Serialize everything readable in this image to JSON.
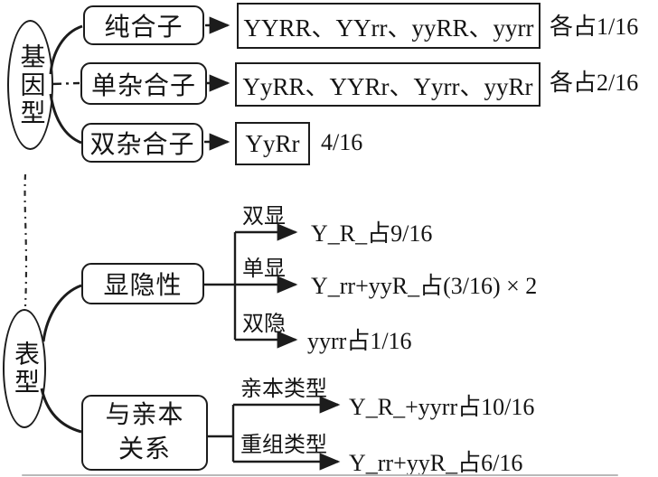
{
  "diagram_colors": {
    "ink": "#1c1c1c",
    "background": "#ffffff"
  },
  "genotype": {
    "root": "基因型",
    "rows": [
      {
        "label": "纯合子",
        "genotypes": "YYRR、YYrr、yyRR、yyrr",
        "ratio": "各占1/16"
      },
      {
        "label": "单杂合子",
        "genotypes": "YyRR、YYRr、Yyrr、yyRr",
        "ratio": "各占2/16"
      },
      {
        "label": "双杂合子",
        "genotypes": "YyRr",
        "ratio": "4/16"
      }
    ]
  },
  "phenotype": {
    "root": "表型",
    "dominance": {
      "label": "显隐性",
      "branches": [
        {
          "tag": "双显",
          "result": "Y_R_占9/16"
        },
        {
          "tag": "单显",
          "result": "Y_rr+yyR_占(3/16) × 2"
        },
        {
          "tag": "双隐",
          "result": "yyrr占1/16"
        }
      ]
    },
    "parent_relation": {
      "label_line1": "与亲本",
      "label_line2": "关系",
      "branches": [
        {
          "tag": "亲本类型",
          "result": "Y_R_+yyrr占10/16"
        },
        {
          "tag": "重组类型",
          "result": "Y_rr+yyR_占6/16"
        }
      ]
    }
  }
}
